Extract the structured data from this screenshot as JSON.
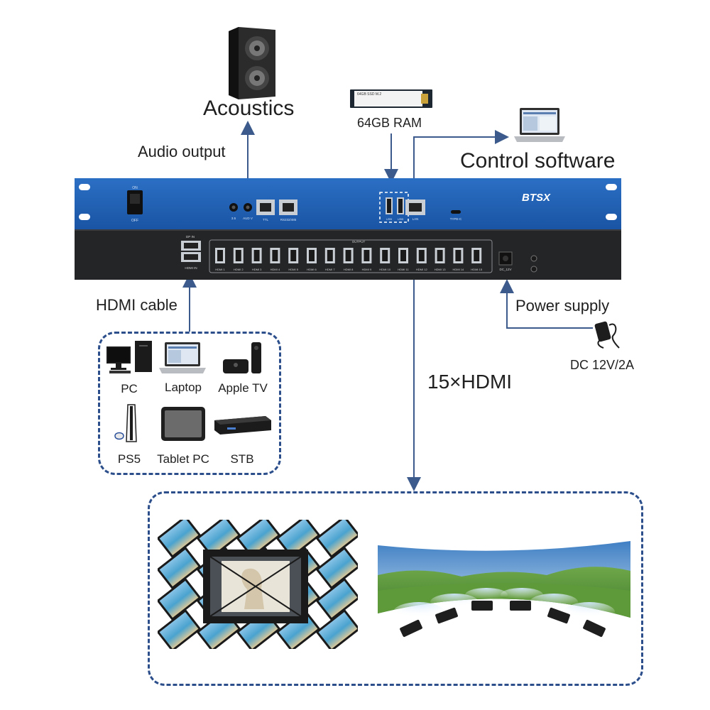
{
  "labels": {
    "acoustics": "Acoustics",
    "audio_output": "Audio output",
    "ram": "64GB RAM",
    "control_software": "Control software",
    "hdmi_cable": "HDMI cable",
    "power_supply": "Power supply",
    "dc_spec": "DC 12V/2A",
    "outputs": "15×HDMI"
  },
  "ram_module_text": "64GB SSD M.2",
  "brand": "BTSX",
  "sources": [
    {
      "label": "PC",
      "icon": "pc-icon"
    },
    {
      "label": "Laptop",
      "icon": "laptop-icon"
    },
    {
      "label": "Apple TV",
      "icon": "apple-tv-icon"
    },
    {
      "label": "PS5",
      "icon": "ps5-icon"
    },
    {
      "label": "Tablet PC",
      "icon": "tablet-icon"
    },
    {
      "label": "STB",
      "icon": "set-top-box-icon"
    }
  ],
  "device": {
    "front_top_color": "#1e5fb4",
    "front_bottom_color": "#232426",
    "ports_top": [
      "3.5",
      "AUD V",
      "TTL",
      "RS232/485",
      "USB",
      "USB",
      "LAN",
      "TYPE-C"
    ],
    "power_switch_labels": [
      "ON",
      "OFF"
    ],
    "hdmi_in_labels": [
      "DP IN",
      "HDMI IN"
    ],
    "output_group_label": "OUTPUT",
    "hdmi_outputs": [
      "HDMI 1",
      "HDMI 2",
      "HDMI 3",
      "HDMI 4",
      "HDMI 5",
      "HDMI 6",
      "HDMI 7",
      "HDMI 8",
      "HDMI 9",
      "HDMI 10",
      "HDMI 11",
      "HDMI 12",
      "HDMI 13",
      "HDMI 14",
      "HDMI 15"
    ],
    "dc_in_label": "DC_12V"
  },
  "colors": {
    "dash": "#2c4f8c",
    "arrow": "#3c5a8c"
  }
}
